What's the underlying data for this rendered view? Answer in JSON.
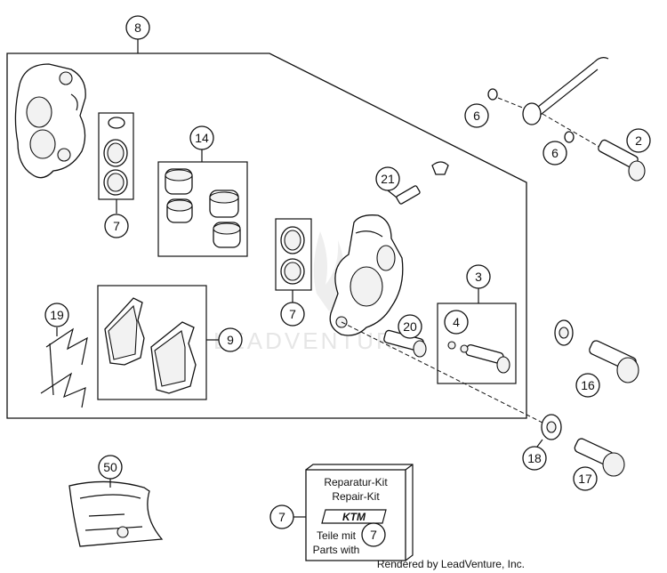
{
  "callouts": {
    "c8": "8",
    "c7a": "7",
    "c14": "14",
    "c6a": "6",
    "c6b": "6",
    "c2": "2",
    "c21": "21",
    "c7b": "7",
    "c3": "3",
    "c4": "4",
    "c20": "20",
    "c19": "19",
    "c9": "9",
    "c16": "16",
    "c18": "18",
    "c17": "17",
    "c50": "50",
    "c7c": "7",
    "c7d": "7"
  },
  "kit_box": {
    "line1": "Reparatur-Kit",
    "line2": "Repair-Kit",
    "brand": "KTM",
    "line3": "Teile mit",
    "line4": "Parts with"
  },
  "watermark": "LEADVENTURE",
  "credit": "Rendered by LeadVenture, Inc."
}
